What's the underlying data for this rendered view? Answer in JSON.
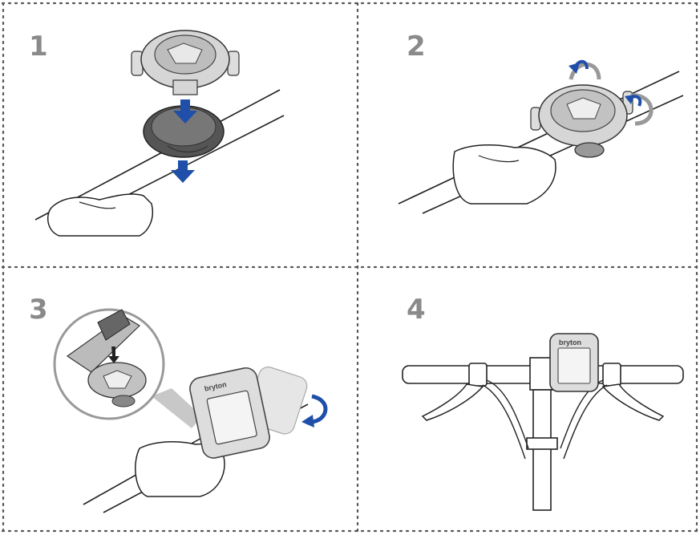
{
  "steps": [
    {
      "number": "1"
    },
    {
      "number": "2"
    },
    {
      "number": "3"
    },
    {
      "number": "4"
    }
  ],
  "device": {
    "brand_text": "bryton"
  },
  "colors": {
    "arrow_blue": "#1f4fa8",
    "border_dots": "#555555",
    "step_number_gray": "#8a8a8a",
    "mount_dark": "#555555",
    "mount_light": "#d0d0d0"
  }
}
